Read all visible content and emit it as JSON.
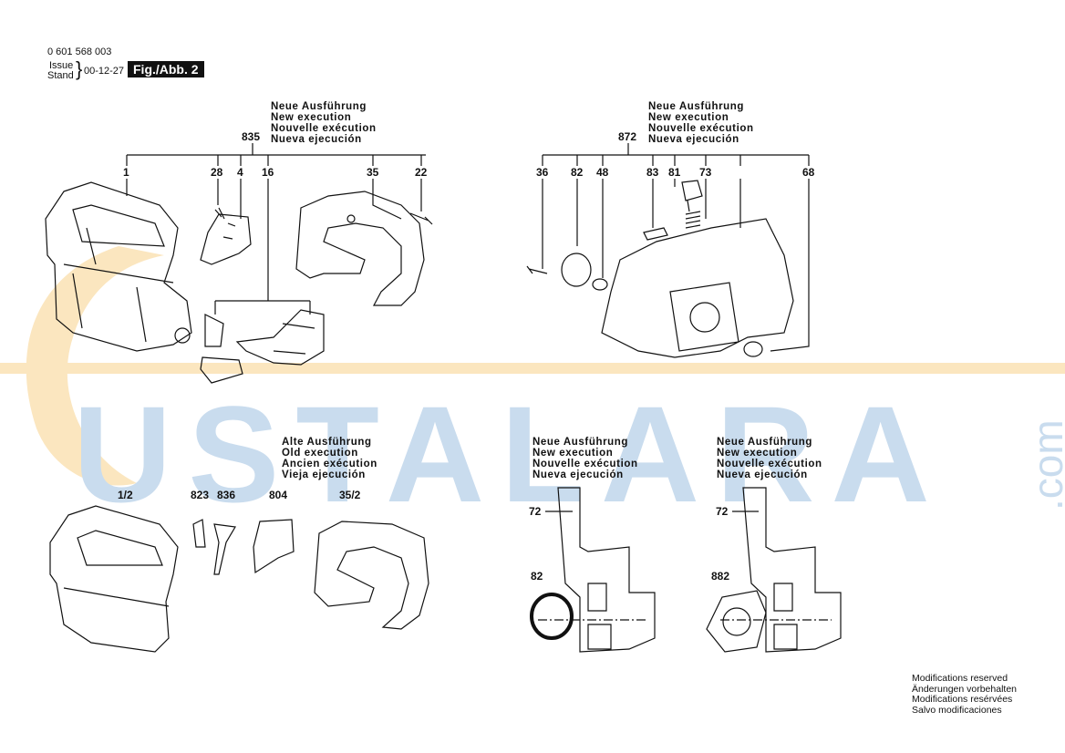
{
  "header": {
    "doc_number": "0 601 568 003",
    "issue_label": "Issue",
    "stand_label": "Stand",
    "date": "00-12-27",
    "figure": "Fig./Abb. 2"
  },
  "watermark": {
    "text": "USTALARA",
    "suffix": ".com",
    "colors": {
      "letters": "#c9dcee",
      "band": "#fbe6bf"
    }
  },
  "notes": {
    "new_execution": [
      "Neue Ausführung",
      "New execution",
      "Nouvelle exécution",
      "Nueva ejecución"
    ],
    "old_execution": [
      "Alte Ausführung",
      "Old execution",
      "Ancien exécution",
      "Vieja ejecución"
    ]
  },
  "groups": {
    "g835": {
      "label": "835",
      "parts": [
        "1",
        "28",
        "4",
        "16",
        "35",
        "22"
      ]
    },
    "g872": {
      "label": "872",
      "parts": [
        "36",
        "82",
        "48",
        "83",
        "81",
        "73",
        "68"
      ]
    },
    "old": {
      "parts": [
        "1/2",
        "823",
        "836",
        "804",
        "35/2"
      ]
    },
    "detail_a": {
      "parts": [
        "72",
        "82"
      ]
    },
    "detail_b": {
      "parts": [
        "72",
        "882"
      ]
    }
  },
  "footer": {
    "modifications": [
      "Modifications reserved",
      "Änderungen vorbehalten",
      "Modifications resérvées",
      "Salvo modificaciones"
    ]
  }
}
